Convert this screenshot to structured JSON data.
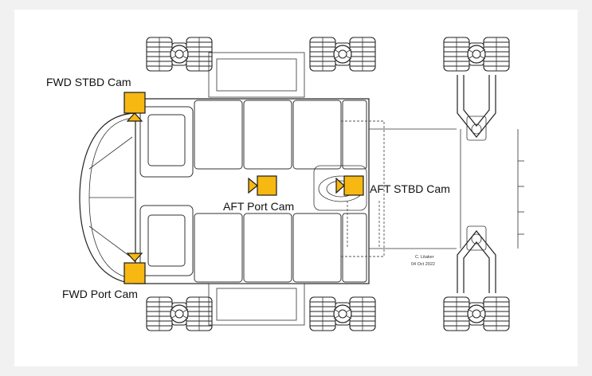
{
  "diagram": {
    "cameras": [
      {
        "id": "fwd_stbd",
        "label": "FWD STBD Cam",
        "color": "#f6b811"
      },
      {
        "id": "aft_port",
        "label": "AFT Port Cam",
        "color": "#f6b811"
      },
      {
        "id": "aft_stbd",
        "label": "AFT STBD Cam",
        "color": "#f6b811"
      },
      {
        "id": "fwd_port",
        "label": "FWD Port Cam",
        "color": "#f6b811"
      }
    ],
    "signature": {
      "author": "C. Litaker",
      "date": "04 Oct 2022"
    }
  }
}
